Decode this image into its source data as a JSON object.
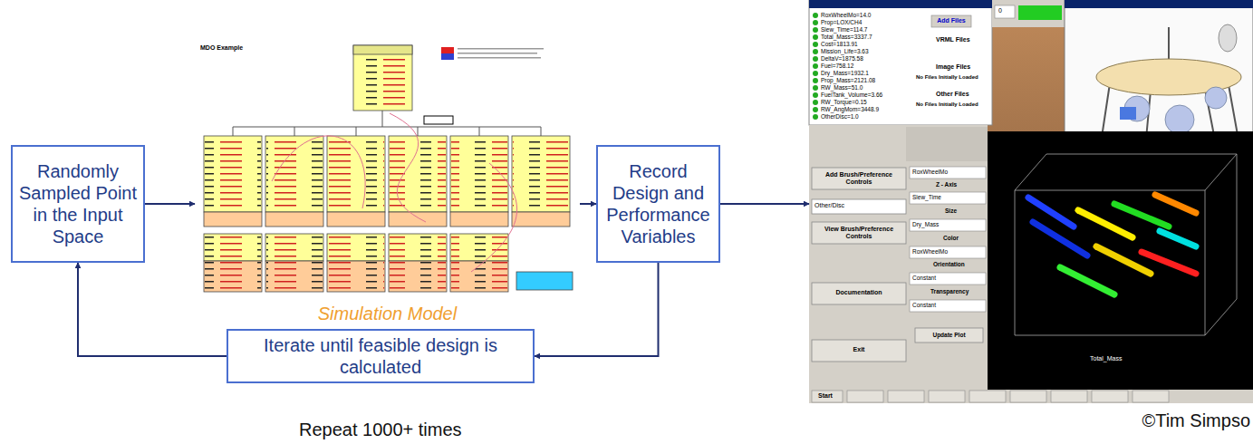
{
  "diagram": {
    "nodes": [
      {
        "text": [
          "Randomly Sampled Point in the Input Space"
        ]
      },
      {
        "text": [
          "Simulation Model",
          "MDO Example"
        ]
      },
      {
        "text": [
          "Record Design and Performance Variables"
        ]
      },
      {
        "text": [
          "RoxWheelMo=14.0",
          "Prop=LOX/CH4",
          "Slew_Time=114.7",
          "Total_Mass=3337.7",
          "Cost=1813.91",
          "Mission_Life=3.63",
          "DeltaV=1875.58",
          "Fuel=758.12",
          "Dry_Mass=1932.1",
          "Prop_Mass=2121.08",
          "RW_Mass=51.0",
          "FuelTank_Volume=3.66",
          "RW_Torque=0.15",
          "RW_AngMom=3448.9",
          "OtherDisc=1.0",
          "Add Files",
          "VRML Files",
          "Image Files",
          "No Files Initially Loaded",
          "Other Files",
          "No Files Initially Loaded",
          "Add Brush/Preference Controls",
          "Other/Disc",
          "View Brush/Preference Controls",
          "Documentation",
          "Exit",
          "RoxWheelMo",
          "Z - Axis",
          "Slew_Time",
          "Size",
          "Dry_Mass",
          "Color",
          "RoxWheelMo",
          "Orientation",
          "Constant",
          "Transparency",
          "Constant",
          "Update Plot",
          "Total_Mass",
          "Start",
          "0"
        ]
      },
      {
        "text": [
          "Iterate until feasible design is calculated"
        ]
      }
    ],
    "edges": [
      {
        "from": 0,
        "to": 1,
        "arrow": "to"
      },
      {
        "from": 1,
        "to": 2,
        "arrow": "to"
      },
      {
        "from": 2,
        "to": 3,
        "arrow": "to"
      },
      {
        "from": 2,
        "to": 4,
        "arrow": "to"
      },
      {
        "from": 4,
        "to": 0,
        "arrow": "to"
      }
    ],
    "labels": [
      "Repeat 1000+ times",
      "©Tim Simpso"
    ]
  }
}
